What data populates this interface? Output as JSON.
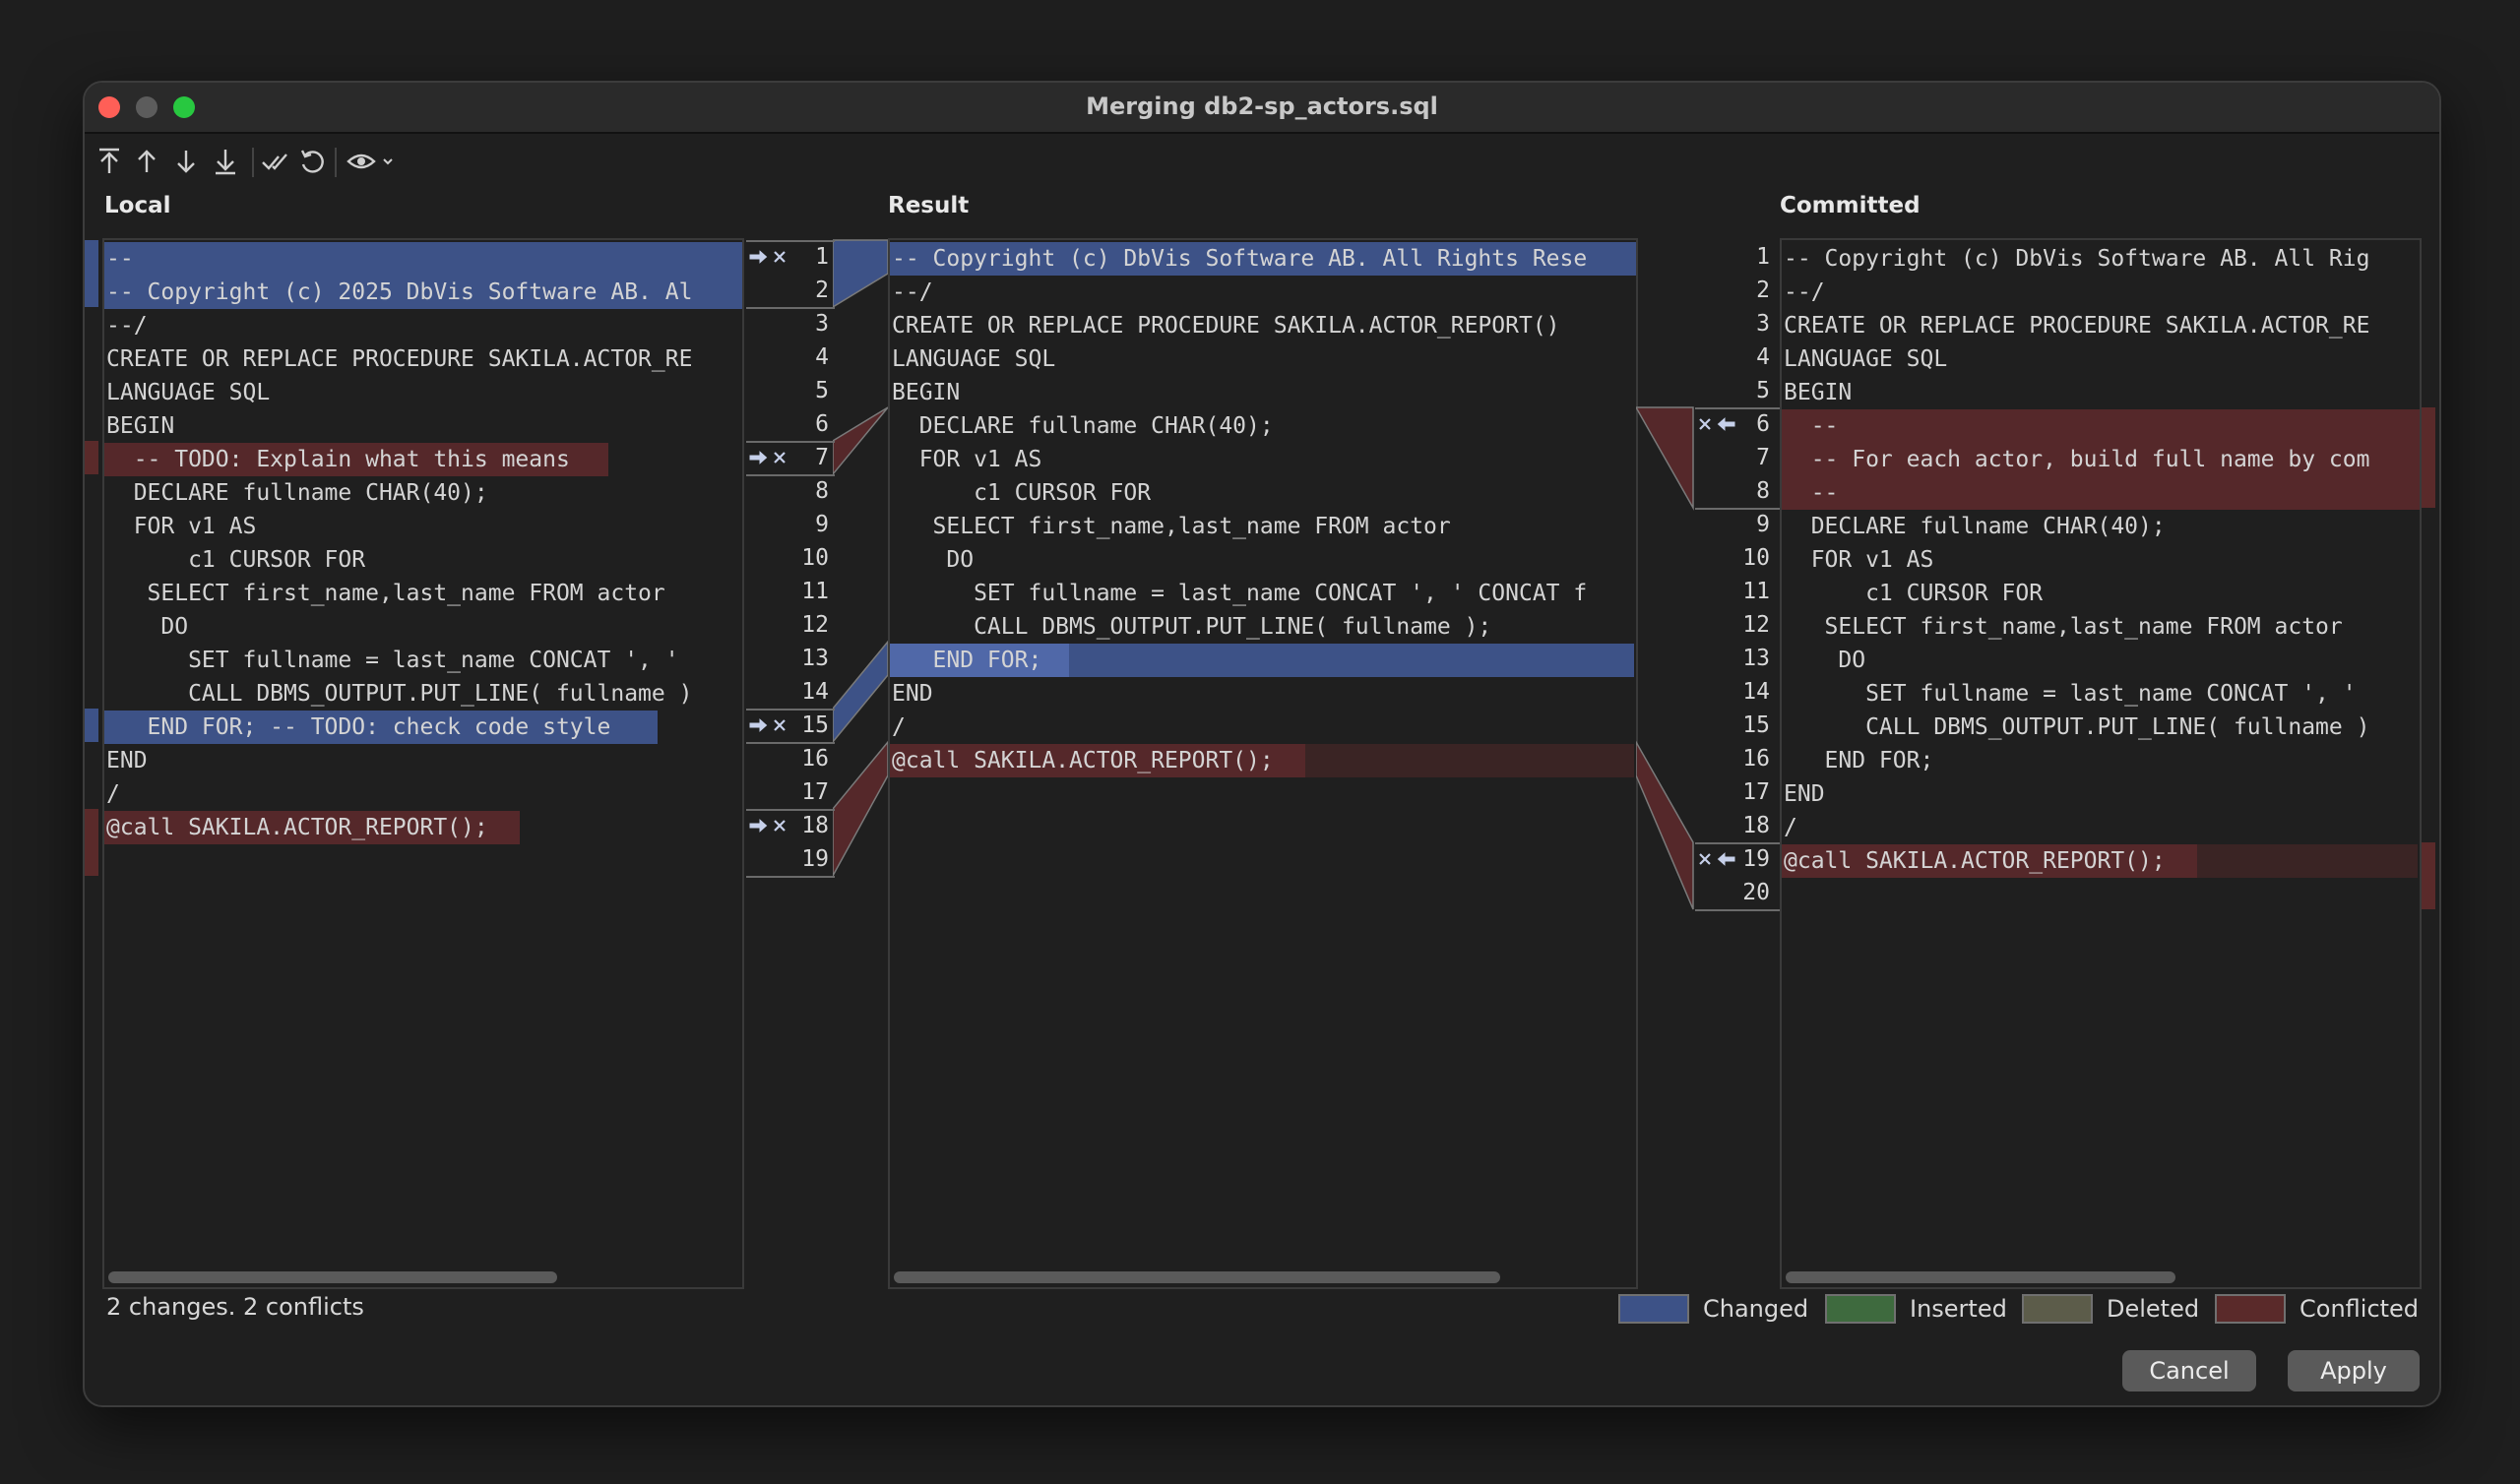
{
  "window": {
    "title": "Merging db2-sp_actors.sql"
  },
  "panes": {
    "local": {
      "label": "Local"
    },
    "result": {
      "label": "Result"
    },
    "committed": {
      "label": "Committed"
    }
  },
  "local_lines": [
    "--",
    "-- Copyright (c) 2025 DbVis Software AB. Al",
    "--/",
    "CREATE OR REPLACE PROCEDURE SAKILA.ACTOR_RE",
    "LANGUAGE SQL",
    "BEGIN",
    "  -- TODO: Explain what this means",
    "  DECLARE fullname CHAR(40);",
    "  FOR v1 AS",
    "      c1 CURSOR FOR",
    "   SELECT first_name,last_name FROM actor",
    "    DO",
    "      SET fullname = last_name CONCAT ', '",
    "      CALL DBMS_OUTPUT.PUT_LINE( fullname )",
    "   END FOR; -- TODO: check code style",
    "END",
    "/",
    "@call SAKILA.ACTOR_REPORT();"
  ],
  "local_gutter": [
    "1",
    "2",
    "3",
    "4",
    "5",
    "6",
    "7",
    "8",
    "9",
    "10",
    "11",
    "12",
    "13",
    "14",
    "15",
    "16",
    "17",
    "18",
    "19"
  ],
  "result_lines": [
    "-- Copyright (c) DbVis Software AB. All Rights Rese",
    "--/",
    "CREATE OR REPLACE PROCEDURE SAKILA.ACTOR_REPORT()",
    "LANGUAGE SQL",
    "BEGIN",
    "  DECLARE fullname CHAR(40);",
    "  FOR v1 AS",
    "      c1 CURSOR FOR",
    "   SELECT first_name,last_name FROM actor",
    "    DO",
    "      SET fullname = last_name CONCAT ', ' CONCAT f",
    "      CALL DBMS_OUTPUT.PUT_LINE( fullname );",
    "   END FOR;",
    "END",
    "/",
    "@call SAKILA.ACTOR_REPORT();"
  ],
  "committed_lines": [
    "-- Copyright (c) DbVis Software AB. All Rig",
    "--/",
    "CREATE OR REPLACE PROCEDURE SAKILA.ACTOR_RE",
    "LANGUAGE SQL",
    "BEGIN",
    "  --",
    "  -- For each actor, build full name by com",
    "  --",
    "  DECLARE fullname CHAR(40);",
    "  FOR v1 AS",
    "      c1 CURSOR FOR",
    "   SELECT first_name,last_name FROM actor",
    "    DO",
    "      SET fullname = last_name CONCAT ', '",
    "      CALL DBMS_OUTPUT.PUT_LINE( fullname )",
    "   END FOR;",
    "END",
    "/",
    "@call SAKILA.ACTOR_REPORT();"
  ],
  "committed_gutter": [
    "1",
    "2",
    "3",
    "4",
    "5",
    "6",
    "7",
    "8",
    "9",
    "10",
    "11",
    "12",
    "13",
    "14",
    "15",
    "16",
    "17",
    "18",
    "19",
    "20"
  ],
  "status": {
    "text": "2 changes. 2 conflicts"
  },
  "legend": {
    "changed": {
      "label": "Changed",
      "color": "#3d5287"
    },
    "inserted": {
      "label": "Inserted",
      "color": "#3e6a3e"
    },
    "deleted": {
      "label": "Deleted",
      "color": "#5c5c4a"
    },
    "conflicted": {
      "label": "Conflicted",
      "color": "#5a2a2a"
    }
  },
  "buttons": {
    "cancel": "Cancel",
    "apply": "Apply"
  },
  "icons": {
    "toolbar": [
      "first-change-icon",
      "previous-change-icon",
      "next-change-icon",
      "last-change-icon",
      "accept-all-icon",
      "revert-icon",
      "view-options-icon"
    ],
    "gutter": [
      "apply-right-arrow-icon",
      "discard-x-icon",
      "apply-left-arrow-icon"
    ]
  }
}
